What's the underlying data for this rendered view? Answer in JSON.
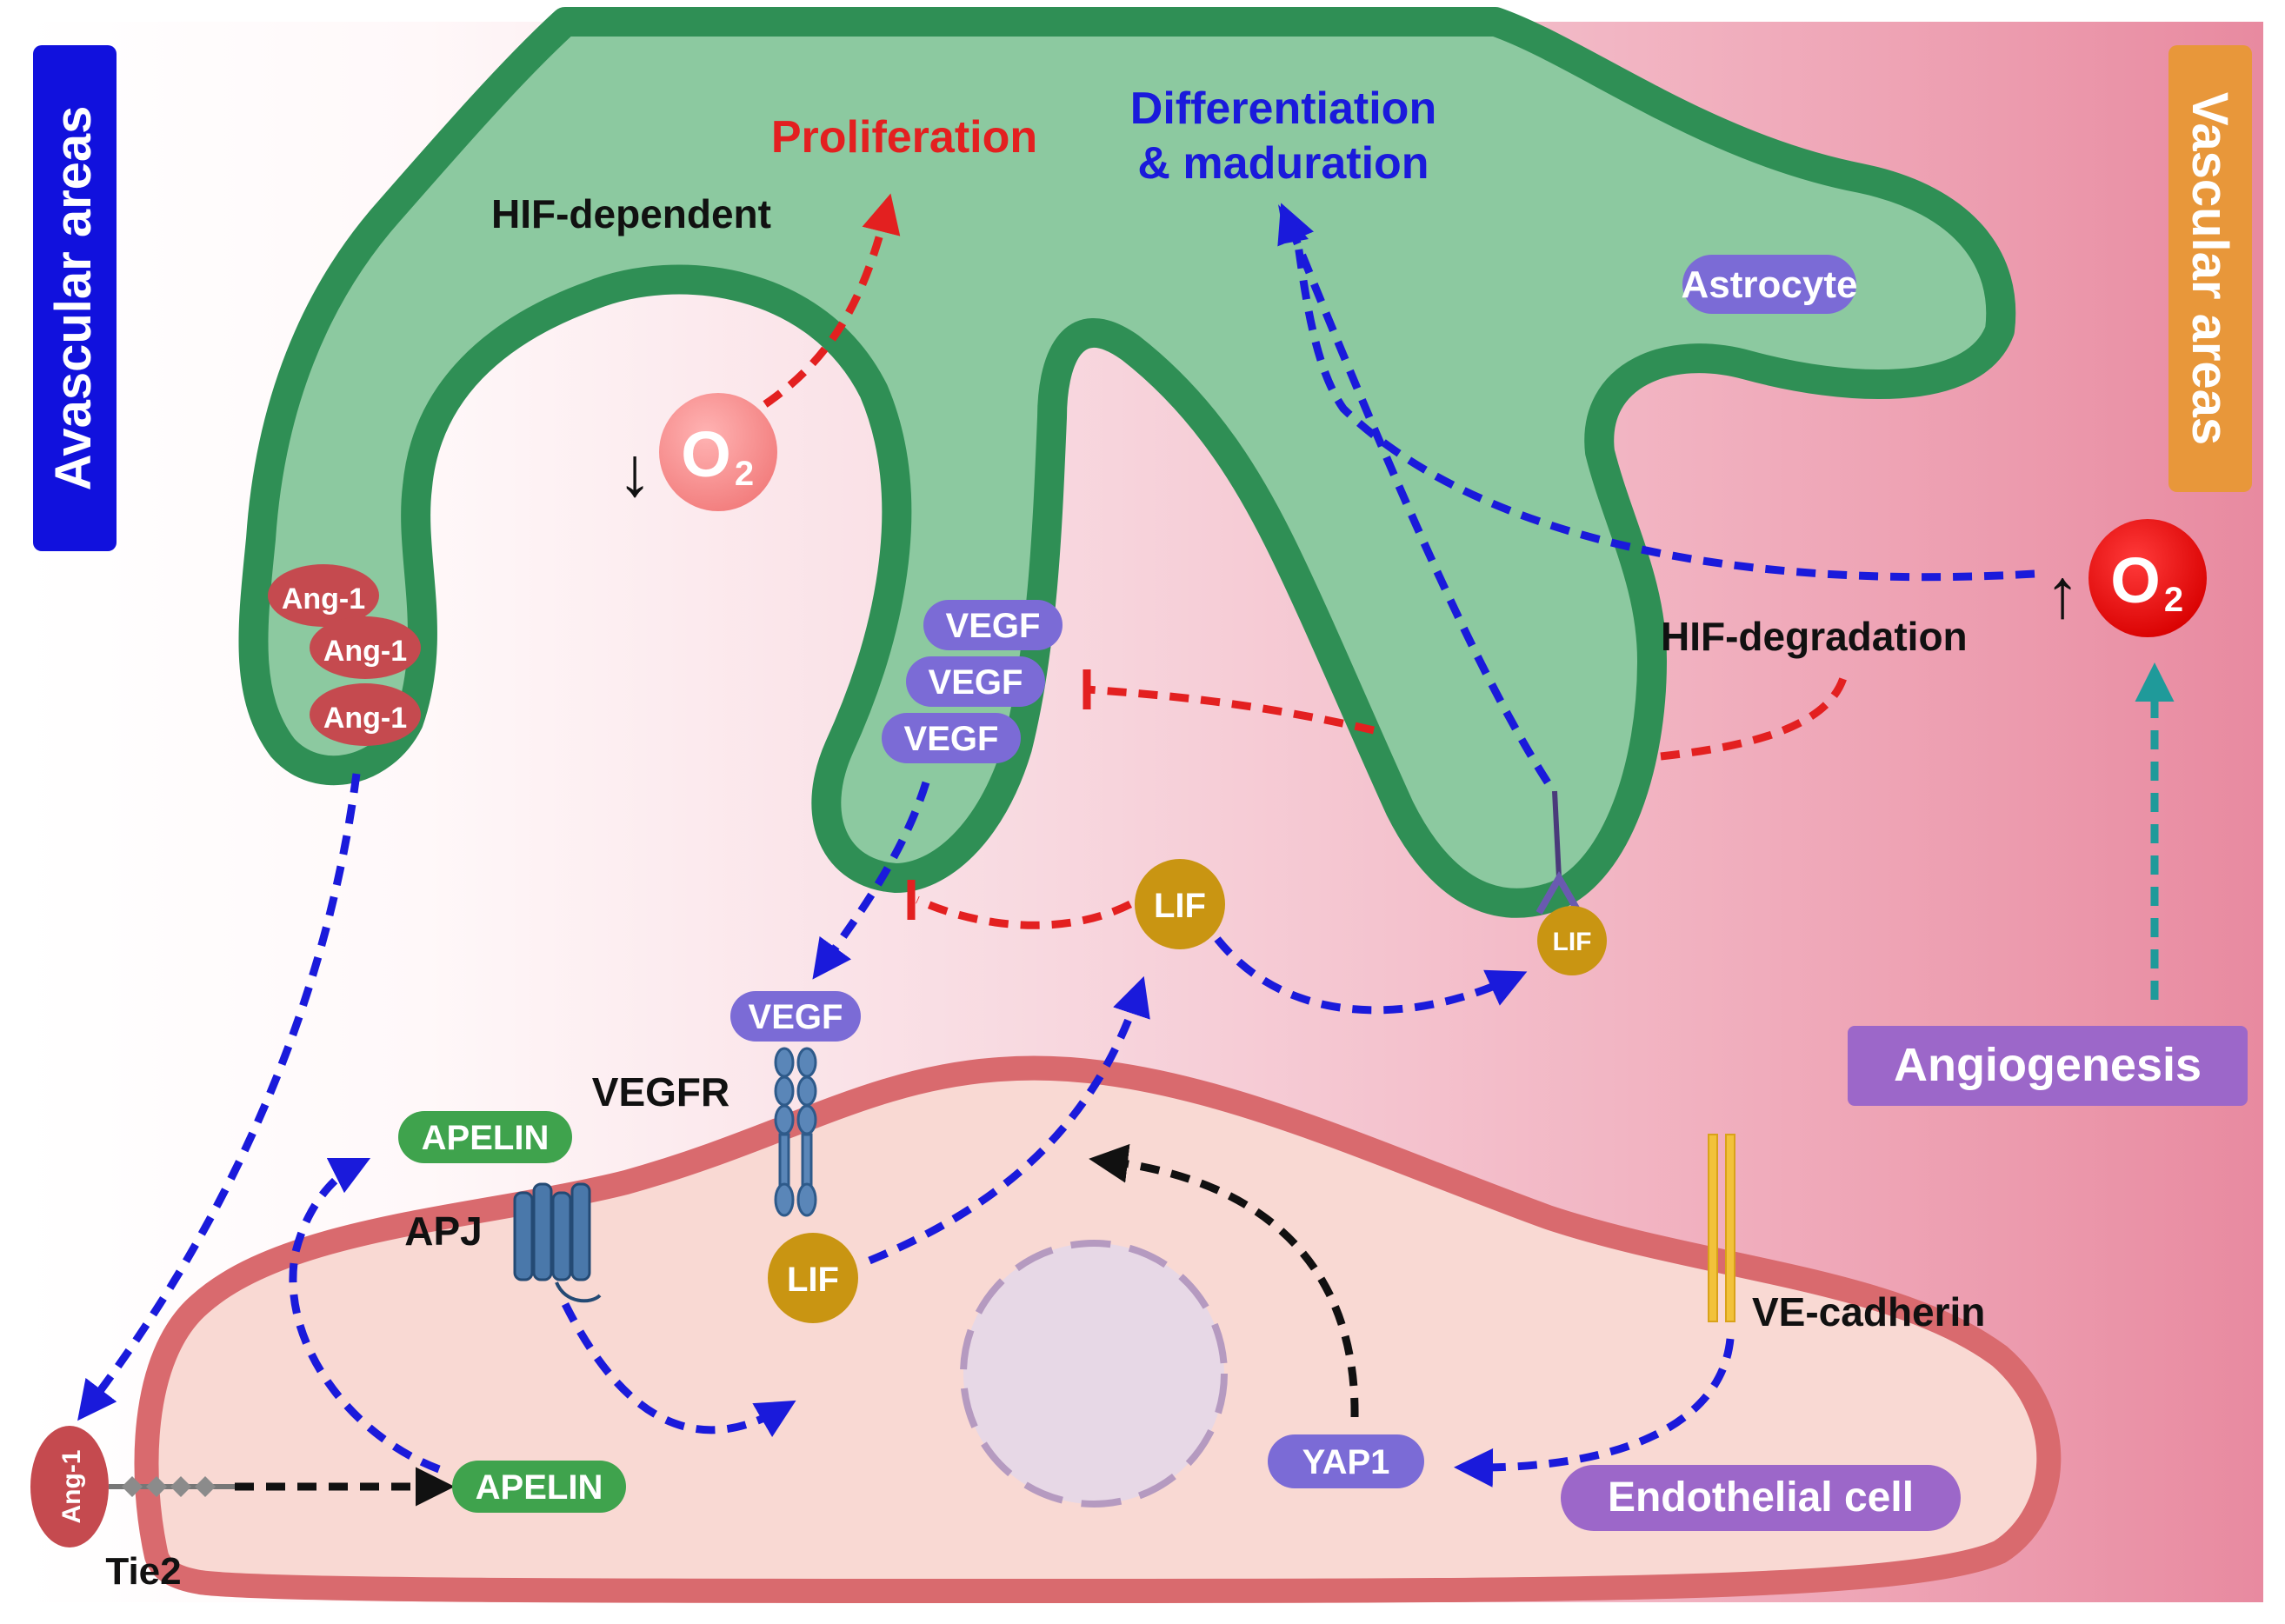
{
  "side_labels": {
    "left": "Avascular areas",
    "right": "Vascular areas"
  },
  "cells": {
    "astrocyte": "Astrocyte",
    "endothelial": "Endothelial cell"
  },
  "outcomes": {
    "proliferation": "Proliferation",
    "differentiation_line1": "Differentiation",
    "differentiation_line2": "& maduration"
  },
  "hif": {
    "dependent": "HIF-dependent",
    "degradation": "HIF-degradation"
  },
  "oxygen": {
    "symbol": "O",
    "subscript": "2",
    "low_arrow": "↓",
    "high_arrow": "↑"
  },
  "molecules": {
    "ang1": "Ang-1",
    "vegf": "VEGF",
    "lif": "LIF",
    "apelin": "APELIN",
    "yap1": "YAP1"
  },
  "receptors": {
    "vegfr": "VEGFR",
    "apj": "APJ",
    "tie2": "Tie2",
    "ve_cadherin": "VE-cadherin"
  },
  "process": {
    "angiogenesis": "Angiogenesis"
  },
  "colors": {
    "astro_fill": "#8cc9a0",
    "astro_border": "#2f8f55",
    "endo_fill": "#f9d9d3",
    "endo_border": "#d96a6e",
    "bg_right": "#ea93a8",
    "blue_arrow": "#1a1adb",
    "red_arrow": "#e32020",
    "teal_arrow": "#1f9a9a",
    "purple_pill": "#7b6bd6",
    "green_pill": "#3fa34d",
    "red_blob": "#c54a4f",
    "gold": "#c99512",
    "label_blue_box": "#1111dd",
    "label_orange_box": "#e8973a",
    "angio_box": "#9c67c9"
  }
}
